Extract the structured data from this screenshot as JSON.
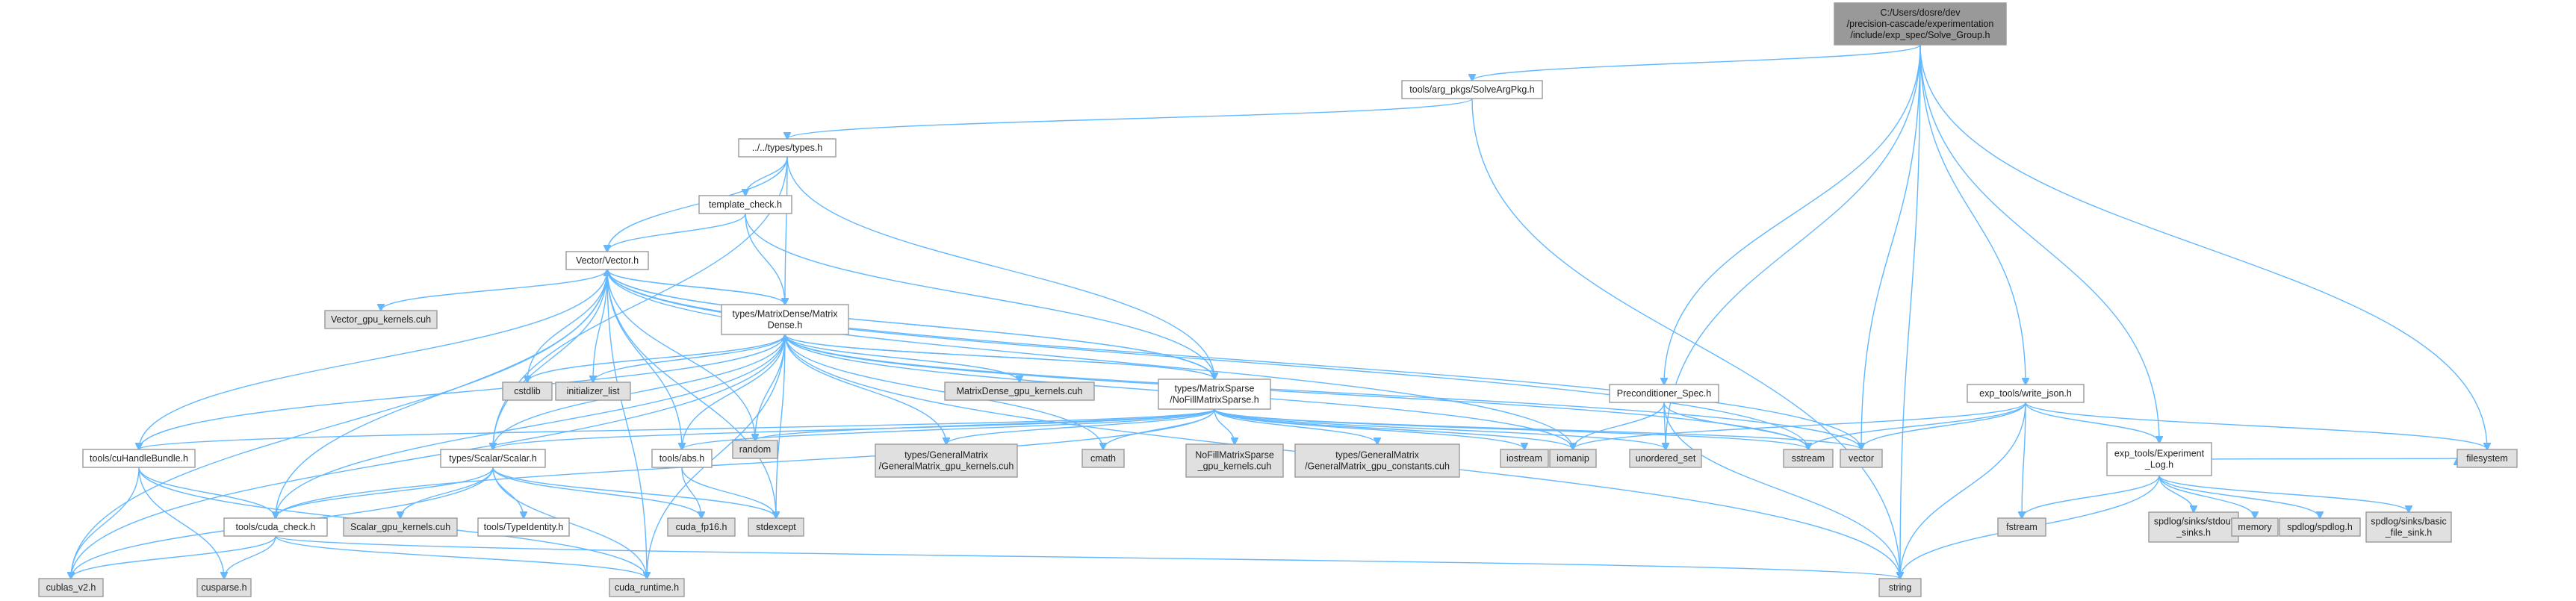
{
  "colors": {
    "edge": "#63b8ff",
    "node_default_fill": "#ffffff",
    "node_external_fill": "#e0e0e0",
    "node_root_fill": "#999999",
    "node_border": "#999999"
  },
  "nodes": [
    {
      "id": "root",
      "lines": [
        "C:/Users/dosre/dev",
        "/precision-cascade/experimentation",
        "/include/exp_spec/Solve_Group.h"
      ],
      "style": "root"
    },
    {
      "id": "solveargpkg",
      "lines": [
        "tools/arg_pkgs/SolveArgPkg.h"
      ],
      "style": "default"
    },
    {
      "id": "types",
      "lines": [
        "../../types/types.h"
      ],
      "style": "default"
    },
    {
      "id": "template_check",
      "lines": [
        "template_check.h"
      ],
      "style": "default"
    },
    {
      "id": "vector",
      "lines": [
        "Vector/Vector.h"
      ],
      "style": "default"
    },
    {
      "id": "vector_gpu",
      "lines": [
        "Vector_gpu_kernels.cuh"
      ],
      "style": "external"
    },
    {
      "id": "matrixdense",
      "lines": [
        "types/MatrixDense/Matrix",
        "Dense.h"
      ],
      "style": "default"
    },
    {
      "id": "cstdlib",
      "lines": [
        "cstdlib"
      ],
      "style": "external"
    },
    {
      "id": "initializer_list",
      "lines": [
        "initializer_list"
      ],
      "style": "external"
    },
    {
      "id": "matrixdense_gpu",
      "lines": [
        "MatrixDense_gpu_kernels.cuh"
      ],
      "style": "external"
    },
    {
      "id": "matrixsparse",
      "lines": [
        "types/MatrixSparse",
        "/NoFillMatrixSparse.h"
      ],
      "style": "default"
    },
    {
      "id": "cuhandlebundle",
      "lines": [
        "tools/cuHandleBundle.h"
      ],
      "style": "default"
    },
    {
      "id": "scalar",
      "lines": [
        "types/Scalar/Scalar.h"
      ],
      "style": "default"
    },
    {
      "id": "abs",
      "lines": [
        "tools/abs.h"
      ],
      "style": "default"
    },
    {
      "id": "random",
      "lines": [
        "random"
      ],
      "style": "external"
    },
    {
      "id": "generalmatrix_kernels",
      "lines": [
        "types/GeneralMatrix",
        "/GeneralMatrix_gpu_kernels.cuh"
      ],
      "style": "external"
    },
    {
      "id": "cmath",
      "lines": [
        "cmath"
      ],
      "style": "external"
    },
    {
      "id": "nofill_kernels",
      "lines": [
        "NoFillMatrixSparse",
        "_gpu_kernels.cuh"
      ],
      "style": "external"
    },
    {
      "id": "generalmatrix_constants",
      "lines": [
        "types/GeneralMatrix",
        "/GeneralMatrix_gpu_constants.cuh"
      ],
      "style": "external"
    },
    {
      "id": "iostream",
      "lines": [
        "iostream"
      ],
      "style": "external"
    },
    {
      "id": "iomanip",
      "lines": [
        "iomanip"
      ],
      "style": "external"
    },
    {
      "id": "unordered_set",
      "lines": [
        "unordered_set"
      ],
      "style": "external"
    },
    {
      "id": "sstream",
      "lines": [
        "sstream"
      ],
      "style": "external"
    },
    {
      "id": "vector_std",
      "lines": [
        "vector"
      ],
      "style": "external"
    },
    {
      "id": "precond",
      "lines": [
        "Preconditioner_Spec.h"
      ],
      "style": "default"
    },
    {
      "id": "write_json",
      "lines": [
        "exp_tools/write_json.h"
      ],
      "style": "default"
    },
    {
      "id": "experiment_log",
      "lines": [
        "exp_tools/Experiment",
        "_Log.h"
      ],
      "style": "default"
    },
    {
      "id": "cuda_check",
      "lines": [
        "tools/cuda_check.h"
      ],
      "style": "default"
    },
    {
      "id": "scalar_gpu",
      "lines": [
        "Scalar_gpu_kernels.cuh"
      ],
      "style": "external"
    },
    {
      "id": "typeidentity",
      "lines": [
        "tools/TypeIdentity.h"
      ],
      "style": "default"
    },
    {
      "id": "cuda_fp16",
      "lines": [
        "cuda_fp16.h"
      ],
      "style": "external"
    },
    {
      "id": "stdexcept",
      "lines": [
        "stdexcept"
      ],
      "style": "external"
    },
    {
      "id": "fstream",
      "lines": [
        "fstream"
      ],
      "style": "external"
    },
    {
      "id": "stdout_sinks",
      "lines": [
        "spdlog/sinks/stdout",
        "_sinks.h"
      ],
      "style": "external"
    },
    {
      "id": "memory",
      "lines": [
        "memory"
      ],
      "style": "external"
    },
    {
      "id": "spdlog",
      "lines": [
        "spdlog/spdlog.h"
      ],
      "style": "external"
    },
    {
      "id": "basic_file_sink",
      "lines": [
        "spdlog/sinks/basic",
        "_file_sink.h"
      ],
      "style": "external"
    },
    {
      "id": "filesystem",
      "lines": [
        "filesystem"
      ],
      "style": "external"
    },
    {
      "id": "cublas",
      "lines": [
        "cublas_v2.h"
      ],
      "style": "external"
    },
    {
      "id": "cusparse",
      "lines": [
        "cusparse.h"
      ],
      "style": "external"
    },
    {
      "id": "cuda_runtime",
      "lines": [
        "cuda_runtime.h"
      ],
      "style": "external"
    },
    {
      "id": "string",
      "lines": [
        "string"
      ],
      "style": "external"
    }
  ],
  "edges": [
    [
      "root",
      "solveargpkg"
    ],
    [
      "root",
      "precond"
    ],
    [
      "root",
      "write_json"
    ],
    [
      "root",
      "experiment_log"
    ],
    [
      "root",
      "vector_std"
    ],
    [
      "root",
      "string"
    ],
    [
      "root",
      "filesystem"
    ],
    [
      "root",
      "unordered_set"
    ],
    [
      "solveargpkg",
      "types"
    ],
    [
      "solveargpkg",
      "string"
    ],
    [
      "types",
      "template_check"
    ],
    [
      "types",
      "vector"
    ],
    [
      "types",
      "matrixdense"
    ],
    [
      "types",
      "matrixsparse"
    ],
    [
      "types",
      "scalar"
    ],
    [
      "template_check",
      "vector"
    ],
    [
      "template_check",
      "matrixdense"
    ],
    [
      "template_check",
      "matrixsparse"
    ],
    [
      "vector",
      "vector_gpu"
    ],
    [
      "vector",
      "matrixdense"
    ],
    [
      "vector",
      "matrixsparse"
    ],
    [
      "vector",
      "cstdlib"
    ],
    [
      "vector",
      "initializer_list"
    ],
    [
      "vector",
      "cuhandlebundle"
    ],
    [
      "vector",
      "scalar"
    ],
    [
      "vector",
      "cuda_check"
    ],
    [
      "vector",
      "random"
    ],
    [
      "vector",
      "abs"
    ],
    [
      "vector",
      "cublas"
    ],
    [
      "vector",
      "cuda_runtime"
    ],
    [
      "vector",
      "iomanip"
    ],
    [
      "vector",
      "sstream"
    ],
    [
      "vector",
      "vector_std"
    ],
    [
      "vector",
      "stdexcept"
    ],
    [
      "matrixdense",
      "vector"
    ],
    [
      "matrixdense",
      "matrixsparse"
    ],
    [
      "matrixdense",
      "matrixdense_gpu"
    ],
    [
      "matrixdense",
      "cstdlib"
    ],
    [
      "matrixdense",
      "initializer_list"
    ],
    [
      "matrixdense",
      "cuhandlebundle"
    ],
    [
      "matrixdense",
      "scalar"
    ],
    [
      "matrixdense",
      "abs"
    ],
    [
      "matrixdense",
      "random"
    ],
    [
      "matrixdense",
      "generalmatrix_kernels"
    ],
    [
      "matrixdense",
      "cmath"
    ],
    [
      "matrixdense",
      "cuda_check"
    ],
    [
      "matrixdense",
      "cublas"
    ],
    [
      "matrixdense",
      "cuda_runtime"
    ],
    [
      "matrixdense",
      "stdexcept"
    ],
    [
      "matrixdense",
      "sstream"
    ],
    [
      "matrixdense",
      "vector_std"
    ],
    [
      "matrixdense",
      "string"
    ],
    [
      "matrixdense",
      "iomanip"
    ],
    [
      "matrixsparse",
      "vector"
    ],
    [
      "matrixsparse",
      "matrixdense"
    ],
    [
      "matrixsparse",
      "generalmatrix_kernels"
    ],
    [
      "matrixsparse",
      "generalmatrix_constants"
    ],
    [
      "matrixsparse",
      "nofill_kernels"
    ],
    [
      "matrixsparse",
      "cmath"
    ],
    [
      "matrixsparse",
      "iostream"
    ],
    [
      "matrixsparse",
      "iomanip"
    ],
    [
      "matrixsparse",
      "unordered_set"
    ],
    [
      "matrixsparse",
      "sstream"
    ],
    [
      "matrixsparse",
      "vector_std"
    ],
    [
      "matrixsparse",
      "random"
    ],
    [
      "matrixsparse",
      "abs"
    ],
    [
      "matrixsparse",
      "scalar"
    ],
    [
      "matrixsparse",
      "cuhandlebundle"
    ],
    [
      "matrixsparse",
      "cuda_check"
    ],
    [
      "cuhandlebundle",
      "cuda_check"
    ],
    [
      "cuhandlebundle",
      "cublas"
    ],
    [
      "cuhandlebundle",
      "cusparse"
    ],
    [
      "cuhandlebundle",
      "cuda_runtime"
    ],
    [
      "scalar",
      "scalar_gpu"
    ],
    [
      "scalar",
      "typeidentity"
    ],
    [
      "scalar",
      "cuda_check"
    ],
    [
      "scalar",
      "cuda_fp16"
    ],
    [
      "scalar",
      "stdexcept"
    ],
    [
      "scalar",
      "cuda_runtime"
    ],
    [
      "scalar",
      "cublas"
    ],
    [
      "abs",
      "cuda_fp16"
    ],
    [
      "abs",
      "stdexcept"
    ],
    [
      "cuda_check",
      "cublas"
    ],
    [
      "cuda_check",
      "cusparse"
    ],
    [
      "cuda_check",
      "cuda_runtime"
    ],
    [
      "cuda_check",
      "string"
    ],
    [
      "precond",
      "iomanip"
    ],
    [
      "precond",
      "unordered_set"
    ],
    [
      "precond",
      "sstream"
    ],
    [
      "precond",
      "string"
    ],
    [
      "write_json",
      "experiment_log"
    ],
    [
      "write_json",
      "iomanip"
    ],
    [
      "write_json",
      "sstream"
    ],
    [
      "write_json",
      "vector_std"
    ],
    [
      "write_json",
      "fstream"
    ],
    [
      "write_json",
      "string"
    ],
    [
      "write_json",
      "filesystem"
    ],
    [
      "experiment_log",
      "fstream"
    ],
    [
      "experiment_log",
      "stdout_sinks"
    ],
    [
      "experiment_log",
      "memory"
    ],
    [
      "experiment_log",
      "spdlog"
    ],
    [
      "experiment_log",
      "basic_file_sink"
    ],
    [
      "experiment_log",
      "filesystem"
    ],
    [
      "experiment_log",
      "string"
    ]
  ]
}
